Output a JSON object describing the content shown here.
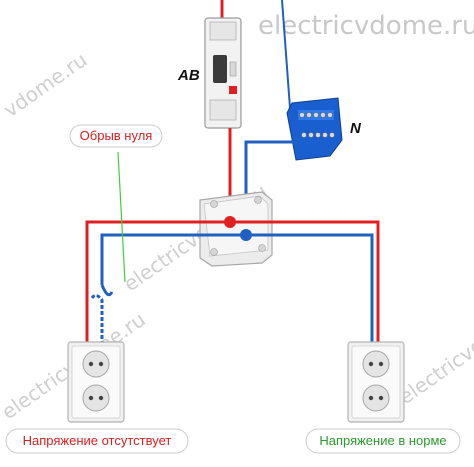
{
  "watermarks": {
    "top": "electricvdome.ru",
    "left": "vdome.ru",
    "middle": "electricvdome.ru",
    "bottom_left": "electricvdome.ru",
    "bottom_right": "electricvd"
  },
  "labels": {
    "breaker": "AB",
    "neutral_bus": "N"
  },
  "callouts": {
    "neutral_break": "Обрыв нуля",
    "no_voltage": "Напряжение отсутствует",
    "normal_voltage": "Напряжение в норме"
  },
  "colors": {
    "phase": "#e02020",
    "neutral": "#2060c0",
    "bus": "#1a5fd0",
    "callout_red": "#d62020",
    "callout_green": "#2a9a2a",
    "break_line": "#40cc40"
  }
}
